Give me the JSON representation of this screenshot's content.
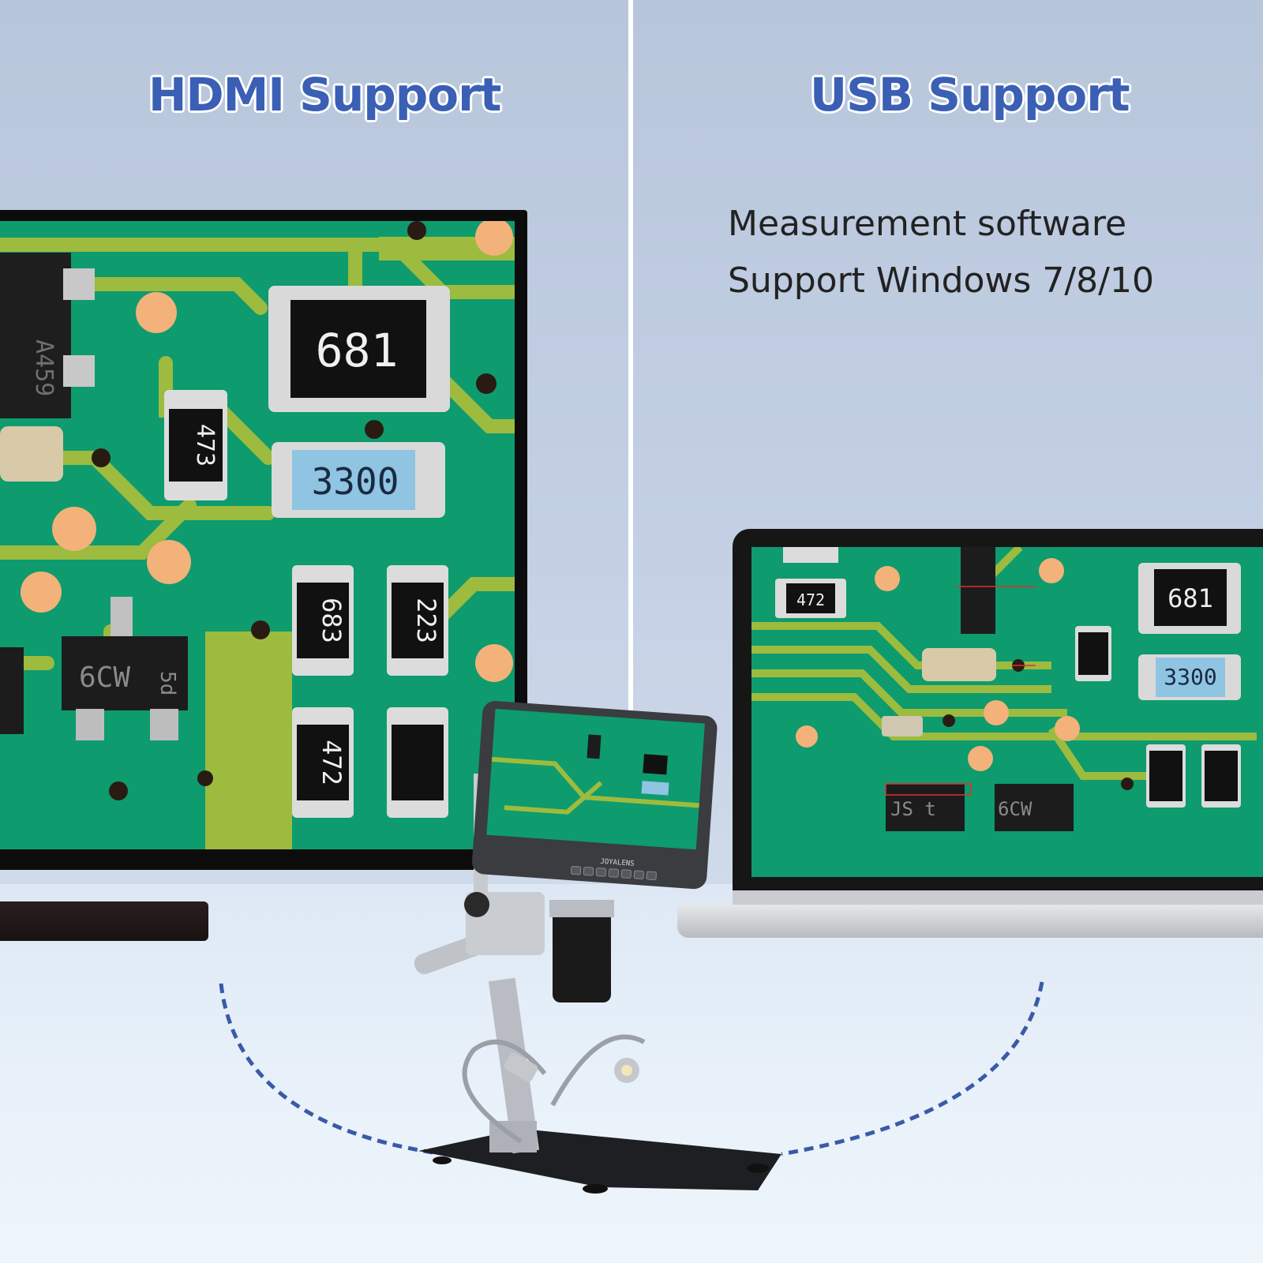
{
  "headings": {
    "left": "HDMI Support",
    "right": "USB Support"
  },
  "description": {
    "line1": "Measurement software",
    "line2": "Support Windows 7/8/10"
  },
  "device_brand": "JOYALENS",
  "components": {
    "r681": "681",
    "r3300": "3300",
    "r473": "473",
    "r683": "683",
    "r223": "223",
    "r472": "472",
    "chip_6cw": "6CW",
    "chip_5d": "5d",
    "chip_jst": "JS t",
    "chip_a459": "A459"
  },
  "colors": {
    "heading": "#3a5fb5",
    "pcb": "#0e9b6e",
    "trace": "#9dbb3e",
    "pad": "#f2b27a",
    "arc": "#3a5aa8"
  }
}
